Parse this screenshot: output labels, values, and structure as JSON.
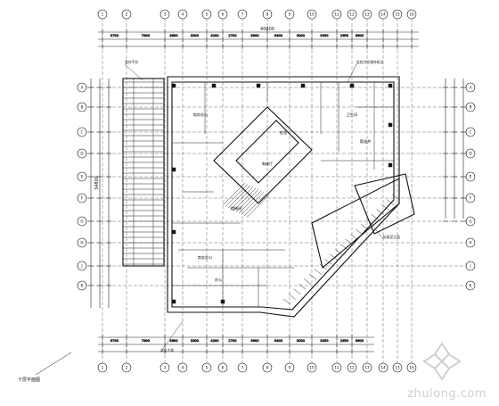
{
  "drawing": {
    "grid_top": [
      "1",
      "2",
      "3",
      "4",
      "5",
      "6",
      "7",
      "8",
      "9",
      "10",
      "11",
      "12",
      "13",
      "14",
      "15",
      "16"
    ],
    "grid_left": [
      "A",
      "B",
      "C",
      "D",
      "E",
      "F",
      "G",
      "H",
      "J",
      "K"
    ],
    "dim_top_total": "40800",
    "dim_left_total": "34800",
    "rooms": [
      {
        "label": "商务办公",
        "key": "office_1"
      },
      {
        "label": "商务办公",
        "key": "office_2"
      },
      {
        "label": "前室",
        "key": "lobby"
      },
      {
        "label": "电梯厅",
        "key": "elevator_hall"
      },
      {
        "label": "楼梯间",
        "key": "stair"
      },
      {
        "label": "卫生间",
        "key": "wc"
      },
      {
        "label": "管道井",
        "key": "shaft"
      },
      {
        "label": "办公",
        "key": "office_3"
      }
    ],
    "notes": [
      "室外平台",
      "此处为空调外机位",
      "标高见立面",
      "详见大样"
    ],
    "caption": "十层平面图"
  },
  "watermark": {
    "text": "zhulong.com"
  }
}
